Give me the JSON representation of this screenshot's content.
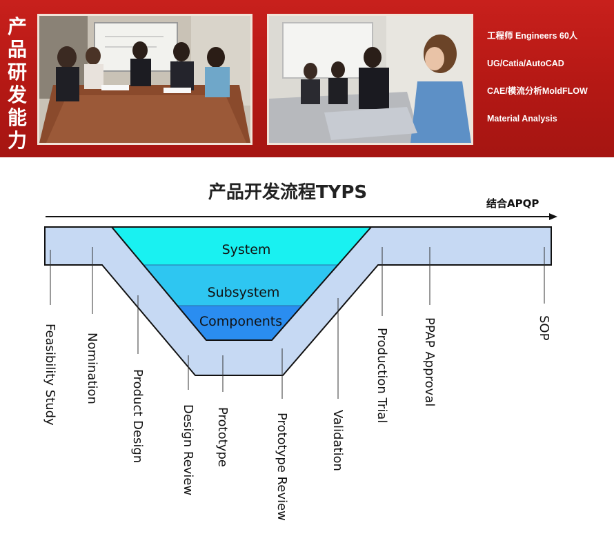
{
  "banner": {
    "title_chars": [
      "产",
      "品",
      "研",
      "发",
      "能",
      "力"
    ],
    "captions": [
      "工程师 Engineers 60人",
      "UG/Catia/AutoCAD",
      "CAE/模流分析MoldFLOW",
      "Material Analysis"
    ],
    "photos": [
      "meeting-room-photo",
      "office-team-photo"
    ]
  },
  "diagram": {
    "title": "产品开发流程TYPS",
    "arrow_label": "结合APQP",
    "levels": [
      "System",
      "Subsystem",
      "Components"
    ],
    "stages": [
      "Feasibility Study",
      "Nomination",
      "Product Design",
      "Design Review",
      "Prototype",
      "Prototype Review",
      "Validation",
      "Production Trial",
      "PPAP Approval",
      "SOP"
    ],
    "colors": {
      "band": "#c6d9f3",
      "system": "#19f1f1",
      "subsystem": "#2ec6f1",
      "components": "#2a8df0",
      "banner": "#b41814"
    }
  }
}
